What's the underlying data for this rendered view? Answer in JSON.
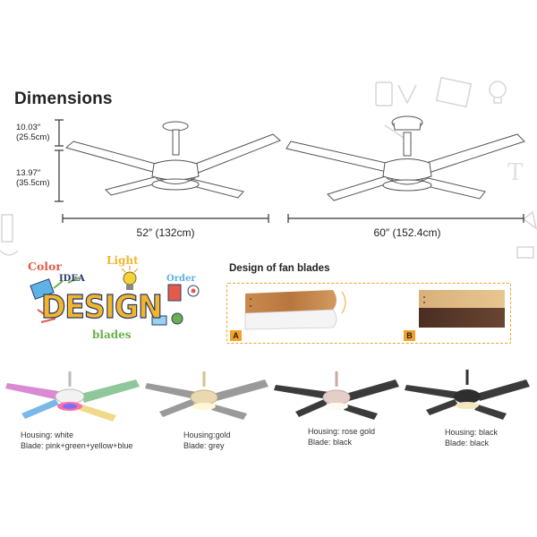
{
  "title": "Dimensions",
  "dimensions": {
    "downrod_height": "10.03″\n(25.5cm)",
    "body_height": "13.97″\n(35.5cm)",
    "small_width": "52″ (132cm)",
    "large_width": "60″ (152.4cm)"
  },
  "design_art": {
    "color": "Color",
    "idea": "IDEA",
    "light": "Light",
    "order": "Order",
    "design": "DESIGN",
    "blades": "blades"
  },
  "blade_design": {
    "title": "Design of fan blades",
    "option_a": "A",
    "option_b": "B"
  },
  "variants": [
    {
      "housing": "Housing: white",
      "blade": "Blade: pink+green+yellow+blue"
    },
    {
      "housing": "Housing:gold",
      "blade": "Blade: grey"
    },
    {
      "housing": "Housing: rose gold",
      "blade": "Blade: black"
    },
    {
      "housing": "Housing: black",
      "blade": "Blade: black"
    }
  ],
  "colors": {
    "accent_orange": "#f2a12a",
    "wood_light": "#c98a4e",
    "wood_dark": "#5a3a2a",
    "blade_grey": "#9a9a9a",
    "blade_black": "#3b3b3b"
  }
}
